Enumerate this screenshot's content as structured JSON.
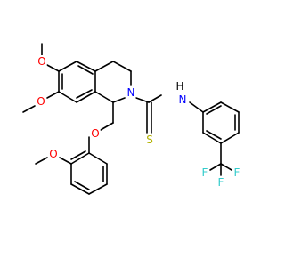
{
  "molecule": {
    "atoms": {
      "O_methoxy_6": "O",
      "O_methoxy_7": "O",
      "N_ring": "N",
      "H_amide": "H",
      "N_amide": "N",
      "S_thio": "S",
      "O_ether": "O",
      "O_aryl_methoxy": "O",
      "F_top": "F",
      "F_left": "F",
      "F_right": "F"
    },
    "colors": {
      "O": "#ff0000",
      "N": "#0000ff",
      "H": "#000000",
      "S": "#b2b200",
      "F": "#33cccc",
      "bond": "#000000"
    }
  }
}
